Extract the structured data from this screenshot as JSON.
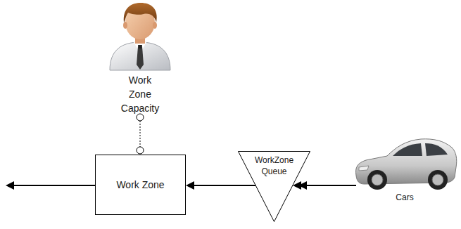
{
  "diagram": {
    "nodes": [
      {
        "text": [
          "Work Zone Capacity"
        ]
      },
      {
        "text": [
          "Work Zone"
        ]
      },
      {
        "text": [
          "WorkZone Queue"
        ]
      },
      {
        "text": [
          "Cars"
        ]
      }
    ],
    "edges": [
      {
        "from": 3,
        "to": 2,
        "arrow": "to"
      },
      {
        "from": 2,
        "to": 1,
        "arrow": "to"
      },
      {
        "from": 0,
        "to": 1,
        "arrow": "none"
      }
    ]
  }
}
